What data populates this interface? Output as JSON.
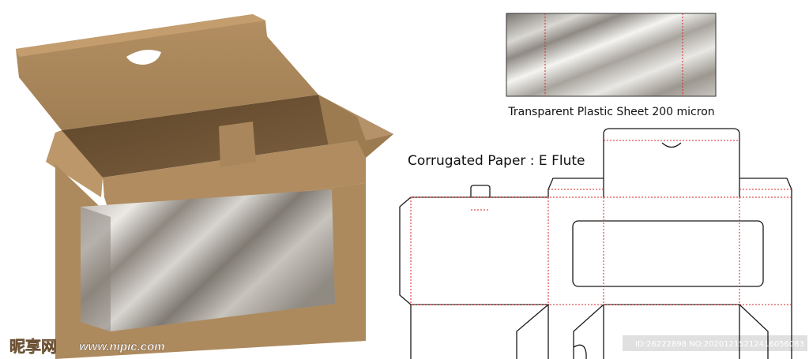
{
  "labels": {
    "plastic_caption": "Transparent Plastic Sheet 200 micron",
    "paper_caption": "Corrugated Paper : E Flute"
  },
  "watermark": {
    "logo_text": "昵享网",
    "site_url": "www.nipic.com",
    "image_id": "ID:26222898 NO:20201215212416056083"
  },
  "colors": {
    "kraft": "#ad8a5e",
    "kraft_dark": "#8e6d44",
    "kraft_light": "#c09a6b",
    "kraft_interior": "#6e5436",
    "cut_line": "#1a1a1a",
    "fold_line": "#d9262b",
    "plastic_gray": "#9a958e"
  }
}
